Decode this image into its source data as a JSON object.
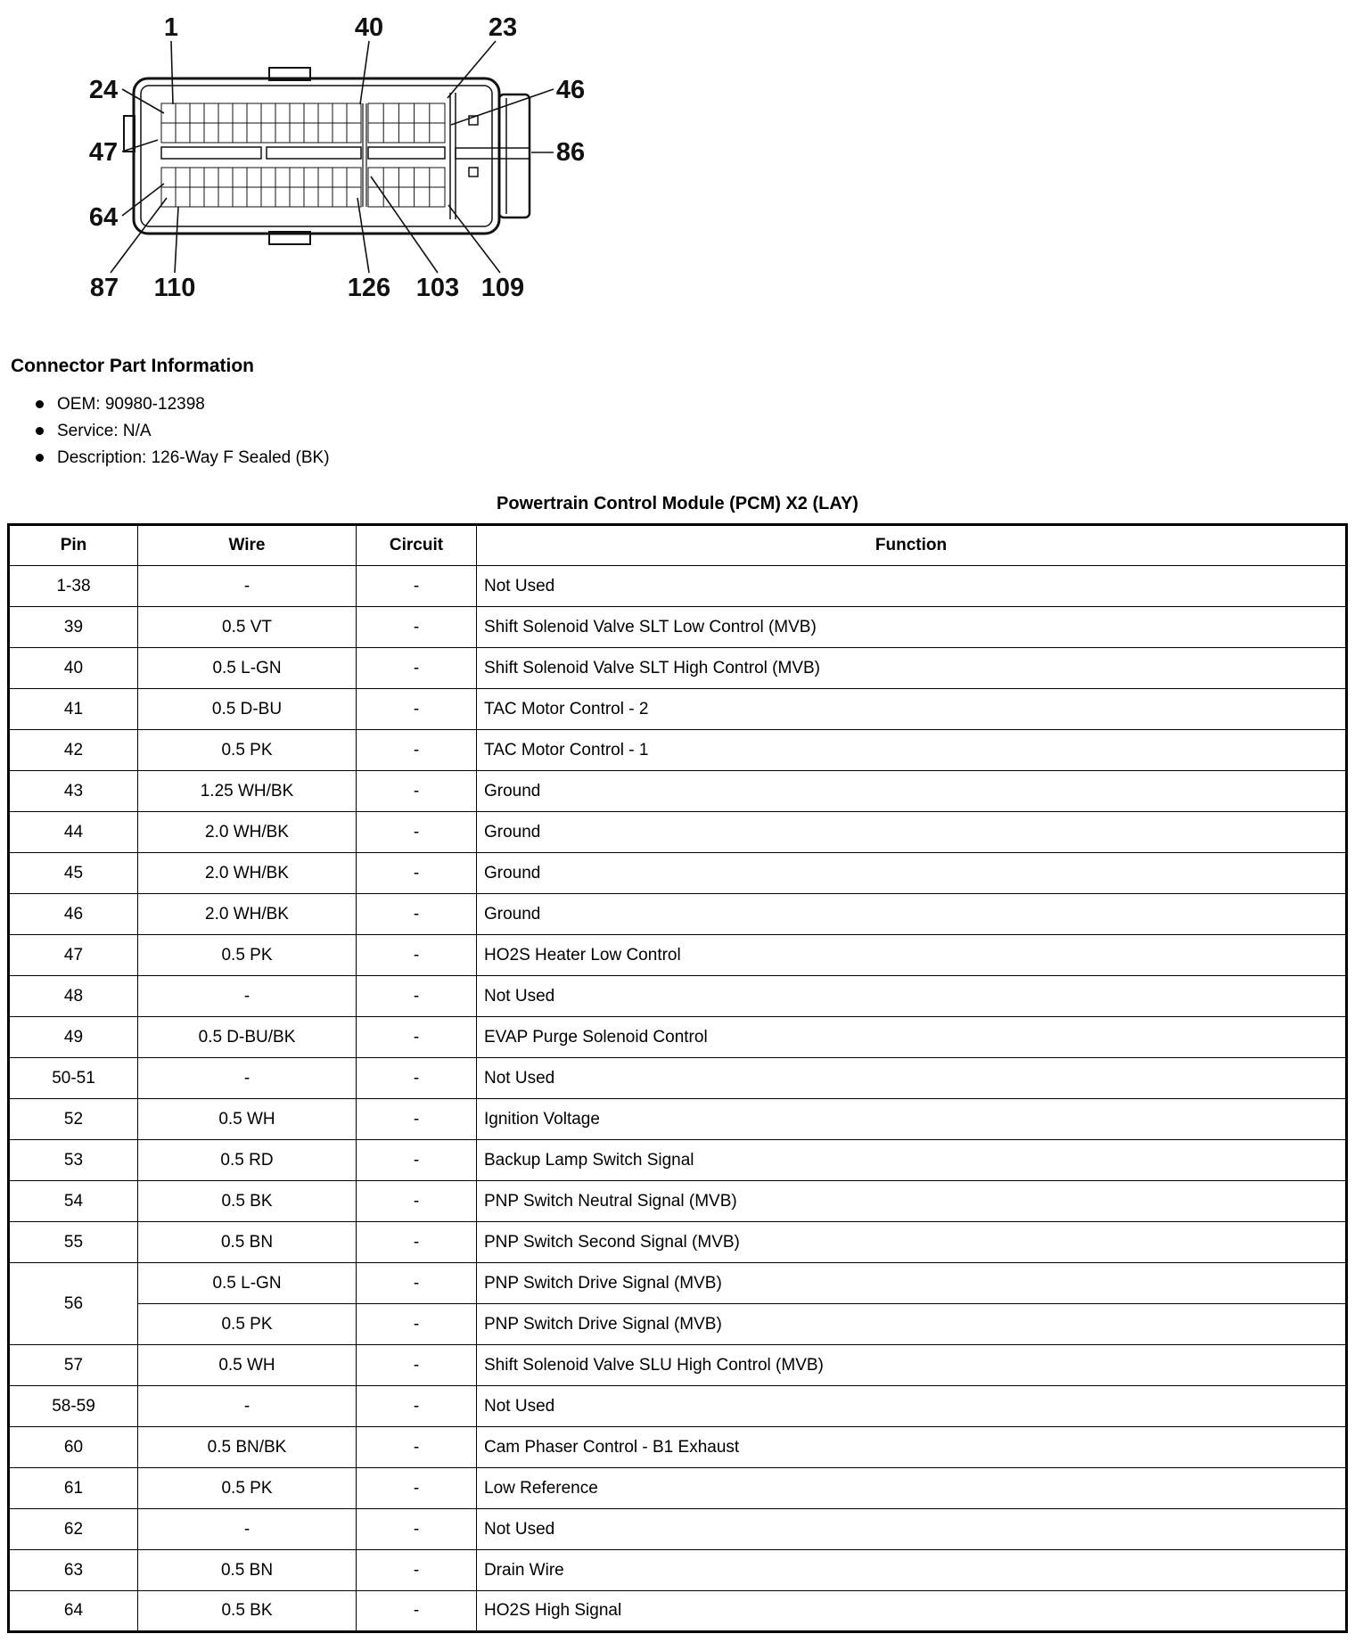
{
  "diagram": {
    "callouts": [
      {
        "label": "1"
      },
      {
        "label": "40"
      },
      {
        "label": "23"
      },
      {
        "label": "24"
      },
      {
        "label": "46"
      },
      {
        "label": "47"
      },
      {
        "label": "86"
      },
      {
        "label": "64"
      },
      {
        "label": "87"
      },
      {
        "label": "110"
      },
      {
        "label": "126"
      },
      {
        "label": "103"
      },
      {
        "label": "109"
      }
    ]
  },
  "part_info": {
    "heading": "Connector Part Information",
    "items": [
      "OEM: 90980-12398",
      "Service: N/A",
      "Description: 126-Way F Sealed (BK)"
    ]
  },
  "table": {
    "title": "Powertrain Control Module (PCM) X2 (LAY)",
    "headers": [
      "Pin",
      "Wire",
      "Circuit",
      "Function"
    ],
    "rows": [
      {
        "pin": "1-38",
        "wire": "-",
        "circuit": "-",
        "function": "Not Used"
      },
      {
        "pin": "39",
        "wire": "0.5 VT",
        "circuit": "-",
        "function": "Shift Solenoid Valve SLT Low Control (MVB)"
      },
      {
        "pin": "40",
        "wire": "0.5 L-GN",
        "circuit": "-",
        "function": "Shift Solenoid Valve SLT High Control (MVB)"
      },
      {
        "pin": "41",
        "wire": "0.5 D-BU",
        "circuit": "-",
        "function": "TAC Motor Control - 2"
      },
      {
        "pin": "42",
        "wire": "0.5 PK",
        "circuit": "-",
        "function": "TAC Motor Control - 1"
      },
      {
        "pin": "43",
        "wire": "1.25 WH/BK",
        "circuit": "-",
        "function": "Ground"
      },
      {
        "pin": "44",
        "wire": "2.0 WH/BK",
        "circuit": "-",
        "function": "Ground"
      },
      {
        "pin": "45",
        "wire": "2.0 WH/BK",
        "circuit": "-",
        "function": "Ground"
      },
      {
        "pin": "46",
        "wire": "2.0 WH/BK",
        "circuit": "-",
        "function": "Ground"
      },
      {
        "pin": "47",
        "wire": "0.5 PK",
        "circuit": "-",
        "function": "HO2S Heater Low Control"
      },
      {
        "pin": "48",
        "wire": "-",
        "circuit": "-",
        "function": "Not Used"
      },
      {
        "pin": "49",
        "wire": "0.5 D-BU/BK",
        "circuit": "-",
        "function": "EVAP Purge Solenoid Control"
      },
      {
        "pin": "50-51",
        "wire": "-",
        "circuit": "-",
        "function": "Not Used"
      },
      {
        "pin": "52",
        "wire": "0.5 WH",
        "circuit": "-",
        "function": "Ignition Voltage"
      },
      {
        "pin": "53",
        "wire": "0.5 RD",
        "circuit": "-",
        "function": "Backup Lamp Switch Signal"
      },
      {
        "pin": "54",
        "wire": "0.5 BK",
        "circuit": "-",
        "function": "PNP Switch Neutral Signal (MVB)"
      },
      {
        "pin": "55",
        "wire": "0.5 BN",
        "circuit": "-",
        "function": "PNP Switch Second Signal (MVB)"
      },
      {
        "pin": "56",
        "rowspan": 2,
        "wire": "0.5 L-GN",
        "circuit": "-",
        "function": "PNP Switch Drive Signal (MVB)"
      },
      {
        "pin": null,
        "wire": "0.5 PK",
        "circuit": "-",
        "function": "PNP Switch Drive Signal (MVB)"
      },
      {
        "pin": "57",
        "wire": "0.5 WH",
        "circuit": "-",
        "function": "Shift Solenoid Valve SLU High Control (MVB)"
      },
      {
        "pin": "58-59",
        "wire": "-",
        "circuit": "-",
        "function": "Not Used"
      },
      {
        "pin": "60",
        "wire": "0.5 BN/BK",
        "circuit": "-",
        "function": "Cam Phaser Control - B1 Exhaust"
      },
      {
        "pin": "61",
        "wire": "0.5 PK",
        "circuit": "-",
        "function": "Low Reference"
      },
      {
        "pin": "62",
        "wire": "-",
        "circuit": "-",
        "function": "Not Used"
      },
      {
        "pin": "63",
        "wire": "0.5 BN",
        "circuit": "-",
        "function": "Drain Wire"
      },
      {
        "pin": "64",
        "wire": "0.5 BK",
        "circuit": "-",
        "function": "HO2S High Signal"
      }
    ]
  }
}
